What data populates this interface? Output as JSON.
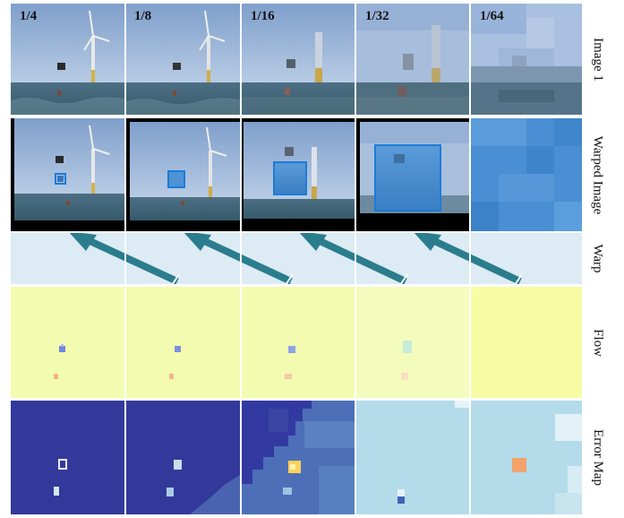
{
  "columns": [
    "1/4",
    "1/8",
    "1/16",
    "1/32",
    "1/64"
  ],
  "rows": [
    "Image 1",
    "Warped Image",
    "Warp",
    "Flow",
    "Error Map"
  ],
  "colors": {
    "sky": "#8fb0d6",
    "sea": "#3f6679",
    "warp_bg": "#dcebf4",
    "arrow": "#2b7d8d",
    "flow_bg": "#f2fbb0",
    "err_dark": "#33399a",
    "err_light": "#b4dbea",
    "box": "#1e7bd6"
  }
}
